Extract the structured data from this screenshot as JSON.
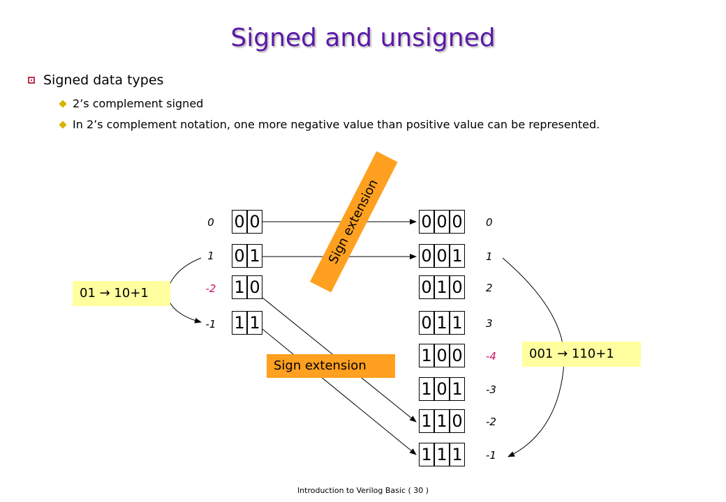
{
  "title": "Signed and unsigned",
  "bullet1": "Signed data types",
  "sub_bullets": [
    "2’s complement signed",
    "In 2’s complement notation, one more negative value than positive value can be represented."
  ],
  "left_table": [
    {
      "bits": [
        "0",
        "0"
      ],
      "label": "0",
      "highlight": false
    },
    {
      "bits": [
        "0",
        "1"
      ],
      "label": "1",
      "highlight": false
    },
    {
      "bits": [
        "1",
        "0"
      ],
      "label": "-2",
      "highlight": true
    },
    {
      "bits": [
        "1",
        "1"
      ],
      "label": "-1",
      "highlight": false
    }
  ],
  "right_table": [
    {
      "bits": [
        "0",
        "0",
        "0"
      ],
      "label": "0",
      "highlight": false
    },
    {
      "bits": [
        "0",
        "0",
        "1"
      ],
      "label": "1",
      "highlight": false
    },
    {
      "bits": [
        "0",
        "1",
        "0"
      ],
      "label": "2",
      "highlight": false
    },
    {
      "bits": [
        "0",
        "1",
        "1"
      ],
      "label": "3",
      "highlight": false
    },
    {
      "bits": [
        "1",
        "0",
        "0"
      ],
      "label": "-4",
      "highlight": true
    },
    {
      "bits": [
        "1",
        "0",
        "1"
      ],
      "label": "-3",
      "highlight": false
    },
    {
      "bits": [
        "1",
        "1",
        "0"
      ],
      "label": "-2",
      "highlight": false
    },
    {
      "bits": [
        "1",
        "1",
        "1"
      ],
      "label": "-1",
      "highlight": false
    }
  ],
  "left_note": "01 → 10+1",
  "right_note": "001 → 110+1",
  "sign_extension_label": "Sign extension",
  "sign_extension_label_rotated": "Sign extension",
  "footer": "Introduction to Verilog Basic  ( 30 )",
  "colors": {
    "title": "#5b19a8",
    "highlight": "#d0106a",
    "note_bg": "#ffffa0",
    "ext_bg": "#ffa020"
  }
}
